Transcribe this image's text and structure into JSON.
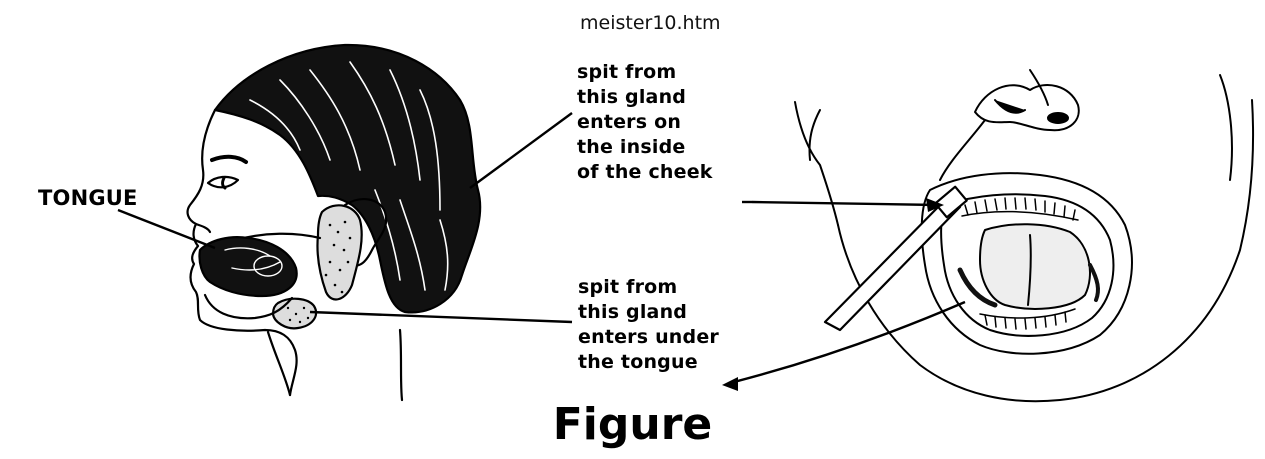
{
  "header": {
    "filename": "meister10.htm"
  },
  "labels": {
    "tongue": "TONGUE",
    "gland_cheek": "spit from\nthis gland\nenters on\nthe inside\nof the cheek",
    "gland_tongue": "spit from\nthis gland\nenters under\nthe tongue"
  },
  "caption": "Figure"
}
